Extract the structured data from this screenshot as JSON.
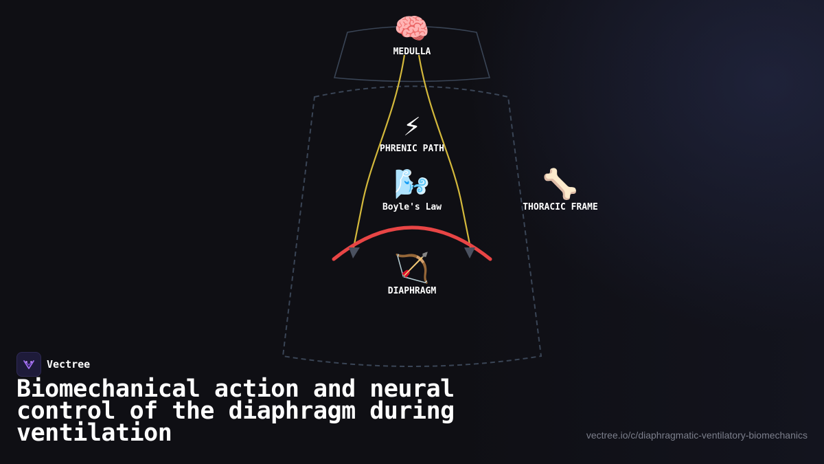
{
  "diagram": {
    "nodes": {
      "medulla": {
        "icon": "brain-icon",
        "glyph": "🧠",
        "label": "MEDULLA"
      },
      "phrenic": {
        "icon": "lightning-icon",
        "glyph": "⚡",
        "label": "PHRENIC PATH"
      },
      "boyle": {
        "icon": "wind-icon",
        "glyph": "🌬️",
        "label": "Boyle's Law"
      },
      "thoracic": {
        "icon": "bone-icon",
        "glyph": "🦴",
        "label": "THORACIC FRAME"
      },
      "diaphragm": {
        "icon": "bow-and-arrow-icon",
        "glyph": "🏹",
        "label": "DIAPHRAGM"
      }
    },
    "colors": {
      "nerve": "#d4b93c",
      "diaphragm": "#e84545",
      "outline": "#3a4556",
      "arrowhead": "#4a5160"
    }
  },
  "footer": {
    "brand": "Vectree",
    "title": "Biomechanical action and neural control of the diaphragm during ventilation",
    "url": "vectree.io/c/diaphragmatic-ventilatory-biomechanics"
  }
}
